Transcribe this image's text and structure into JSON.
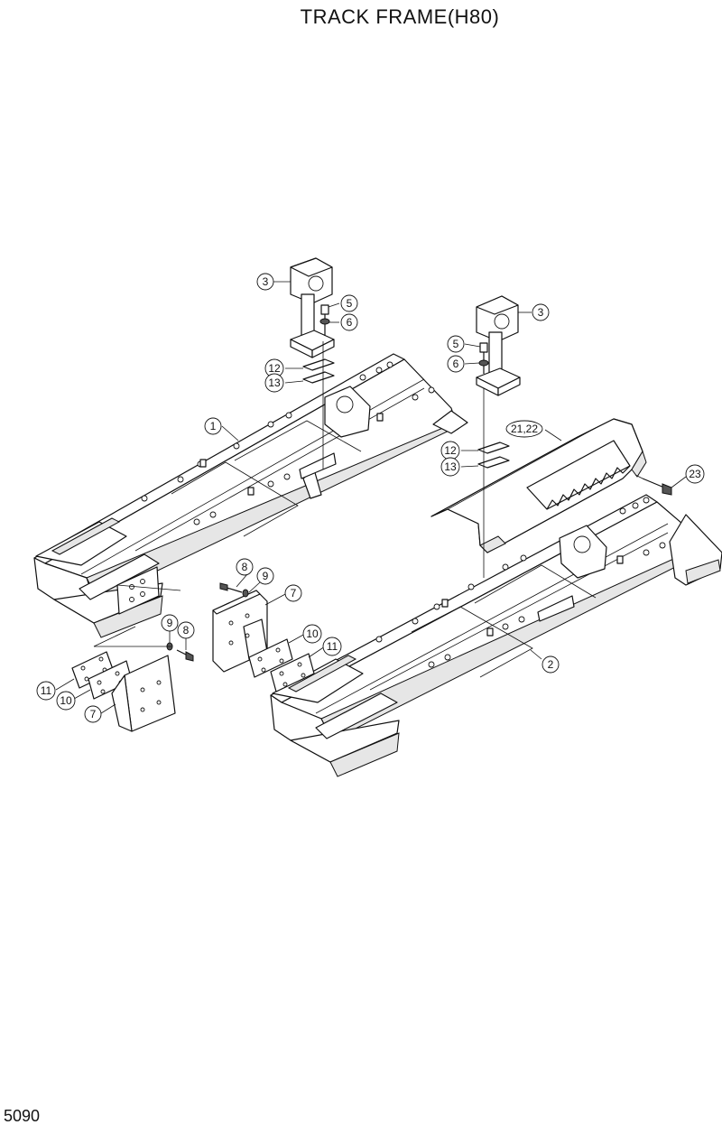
{
  "title": "TRACK FRAME(H80)",
  "page_number": "5090",
  "labels": {
    "l1": "1",
    "l2": "2",
    "l3a": "3",
    "l3b": "3",
    "l5a": "5",
    "l5b": "5",
    "l6a": "6",
    "l6b": "6",
    "l12a": "12",
    "l12b": "12",
    "l13a": "13",
    "l13b": "13",
    "l2122": "21,22",
    "l23": "23",
    "l8a": "8",
    "l9a": "9",
    "l7a": "7",
    "l10a": "10",
    "l11a": "11",
    "l9b": "9",
    "l8b": "8",
    "l11b": "11",
    "l10b": "10",
    "l7b": "7"
  }
}
